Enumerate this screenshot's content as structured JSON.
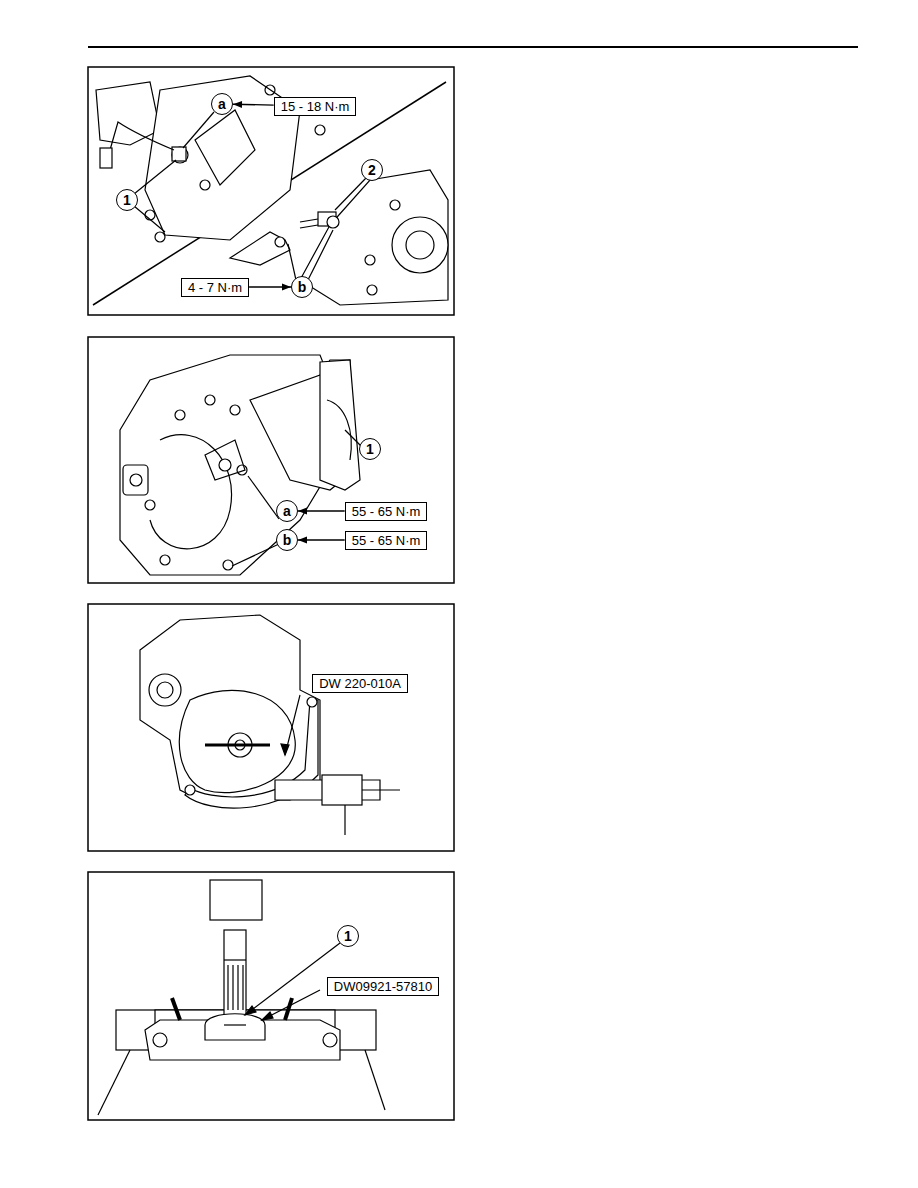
{
  "diagram": {
    "nodes": [
      {
        "text": [
          "a"
        ]
      },
      {
        "text": [
          "15 - 18 N·m"
        ]
      },
      {
        "text": [
          "1"
        ]
      },
      {
        "text": [
          "2"
        ]
      },
      {
        "text": [
          "4 - 7 N·m"
        ]
      },
      {
        "text": [
          "b"
        ]
      },
      {
        "text": [
          "1"
        ]
      },
      {
        "text": [
          "a"
        ]
      },
      {
        "text": [
          "55 - 65 N·m"
        ]
      },
      {
        "text": [
          "b"
        ]
      },
      {
        "text": [
          "55 - 65 N·m"
        ]
      },
      {
        "text": [
          "DW 220-010A"
        ]
      },
      {
        "text": [
          "1"
        ]
      },
      {
        "text": [
          "DW09921-57810"
        ]
      }
    ],
    "edges": [
      {
        "from": 1,
        "to": 0,
        "arrow": "to"
      },
      {
        "from": 4,
        "to": 5,
        "arrow": "to"
      },
      {
        "from": 8,
        "to": 7,
        "arrow": "to"
      },
      {
        "from": 10,
        "to": 9,
        "arrow": "to"
      }
    ]
  }
}
